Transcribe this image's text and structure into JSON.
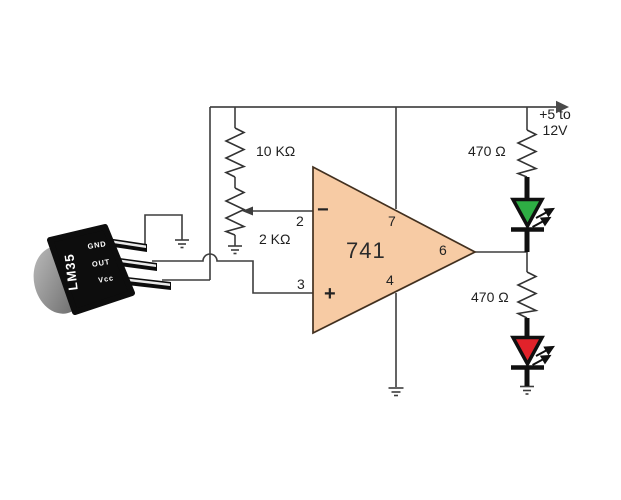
{
  "colors": {
    "opamp_fill": "#f7cba4",
    "led_green": "#2eae44",
    "led_red": "#e2222a",
    "wire": "#3d3d3d",
    "component_ink": "#101010",
    "supply_arrow": "#4a4a4a"
  },
  "labels": {
    "supply_line1": "+5 to",
    "supply_line2": "12V",
    "r_divider_top": "10 KΩ",
    "r_pot": "2 KΩ",
    "r_led_top": "470 Ω",
    "r_led_bottom": "470 Ω",
    "opamp_name": "741",
    "pin2": "2",
    "pin3": "3",
    "pin4": "4",
    "pin6": "6",
    "pin7": "7",
    "inverting_sign": "−",
    "noninverting_sign": "+",
    "sensor_name": "LM35",
    "sensor_pin_gnd": "GND",
    "sensor_pin_out": "OUT",
    "sensor_pin_vcc": "Vcc"
  }
}
